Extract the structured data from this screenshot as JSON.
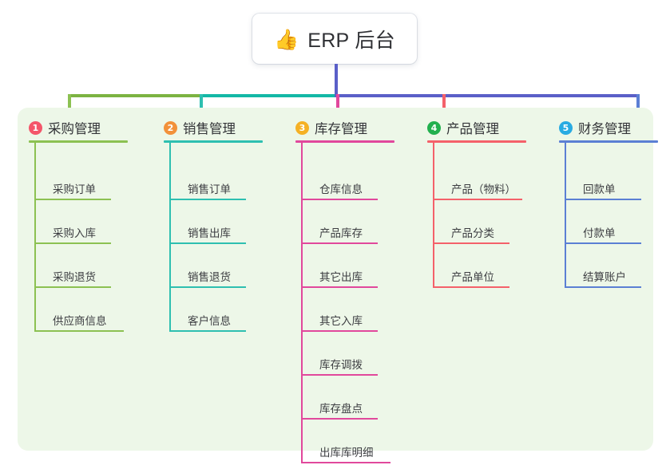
{
  "root": {
    "icon": "thumbs-up-emoji",
    "icon_glyph": "👍",
    "title": "ERP 后台"
  },
  "palette": {
    "background": "#ffffff",
    "panel_bg": "#edf7e8",
    "card_bg": "#ffffff",
    "stem": "#5a5fc8",
    "text": "#333438",
    "leaf_text": "#3d3e42"
  },
  "connector": {
    "segments": [
      {
        "name": "segment-green",
        "color": "#7cb342"
      },
      {
        "name": "segment-teal",
        "color": "#14b8a6"
      },
      {
        "name": "segment-purple",
        "color": "#5a5fc8"
      }
    ]
  },
  "columns": [
    {
      "number": "1",
      "title": "采购管理",
      "badge_color": "#f4566a",
      "line_color": "#8cc152",
      "items": [
        "采购订单",
        "采购入库",
        "采购退货",
        "供应商信息"
      ]
    },
    {
      "number": "2",
      "title": "销售管理",
      "badge_color": "#f2913a",
      "line_color": "#2ebfb0",
      "items": [
        "销售订单",
        "销售出库",
        "销售退货",
        "客户信息"
      ]
    },
    {
      "number": "3",
      "title": "库存管理",
      "badge_color": "#f5b125",
      "line_color": "#e1489c",
      "items": [
        "仓库信息",
        "产品库存",
        "其它出库",
        "其它入库",
        "库存调拨",
        "库存盘点",
        "出库库明细"
      ]
    },
    {
      "number": "4",
      "title": "产品管理",
      "badge_color": "#22b04e",
      "line_color": "#f4616a",
      "items": [
        "产品（物料）",
        "产品分类",
        "产品单位"
      ]
    },
    {
      "number": "5",
      "title": "财务管理",
      "badge_color": "#29abe2",
      "line_color": "#5b7fd4",
      "items": [
        "回款单",
        "付款单",
        "结算账户"
      ]
    }
  ]
}
